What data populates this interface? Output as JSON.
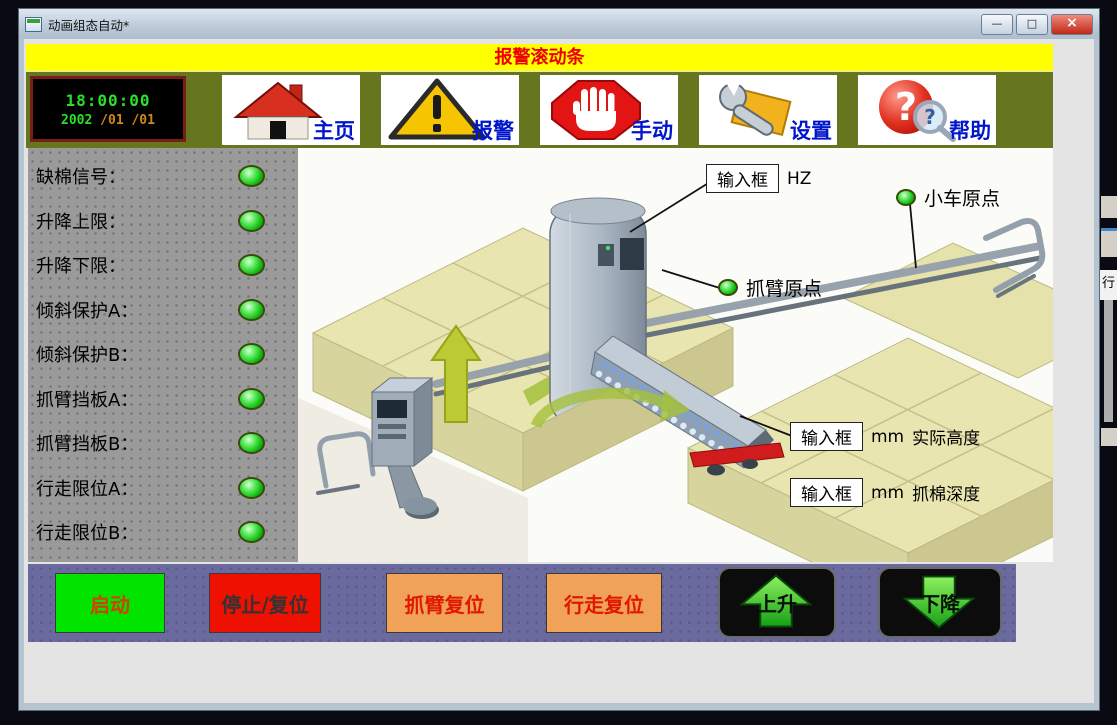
{
  "window": {
    "title": "动画组态自动*",
    "controls": {
      "minimize": "—",
      "maximize": "□",
      "close": "×"
    }
  },
  "alarm_banner": {
    "text": "报警滚动条"
  },
  "clock": {
    "time": "18:00:00",
    "date_year": "2002",
    "date_md": "/01 /01"
  },
  "nav": {
    "items": [
      {
        "label": "主页",
        "icon": "home-icon"
      },
      {
        "label": "报警",
        "icon": "alarm-warning-icon"
      },
      {
        "label": "手动",
        "icon": "manual-stop-hand-icon"
      },
      {
        "label": "设置",
        "icon": "settings-wrench-icon"
      },
      {
        "label": "帮助",
        "icon": "help-question-icon"
      }
    ]
  },
  "sidebar": {
    "items": [
      {
        "label": "缺棉信号：",
        "state": "on"
      },
      {
        "label": "升降上限：",
        "state": "on"
      },
      {
        "label": "升降下限：",
        "state": "on"
      },
      {
        "label": "倾斜保护A：",
        "state": "on"
      },
      {
        "label": "倾斜保护B：",
        "state": "on"
      },
      {
        "label": "抓臂挡板A：",
        "state": "on"
      },
      {
        "label": "抓臂挡板B：",
        "state": "on"
      },
      {
        "label": "行走限位A：",
        "state": "on"
      },
      {
        "label": "行走限位B：",
        "state": "on"
      }
    ]
  },
  "diagram": {
    "freq_callout": {
      "box": "输入框",
      "unit": "HZ"
    },
    "cart_origin": {
      "label": "小车原点",
      "state": "on"
    },
    "arm_origin": {
      "label": "抓臂原点",
      "state": "on"
    },
    "height_callout": {
      "box": "输入框",
      "unit": "mm",
      "label": "实际高度"
    },
    "depth_callout": {
      "box": "输入框",
      "unit": "mm",
      "label": "抓棉深度"
    }
  },
  "controls": {
    "start": "启动",
    "stop_reset": "停止/复位",
    "arm_reset": "抓臂复位",
    "travel_reset": "行走复位",
    "up": "上升",
    "down": "下降"
  },
  "colors": {
    "banner_bg": "#ffff00",
    "banner_text": "#ee0000",
    "toolbar_bg": "#66761e",
    "led_on": "#22cc22",
    "start_bg": "#00e400",
    "stop_bg": "#ee1000",
    "reset_bg": "#f0a258",
    "control_bar_bg": "#6a6a9e"
  },
  "desktop_fragment": {
    "text": "行"
  }
}
